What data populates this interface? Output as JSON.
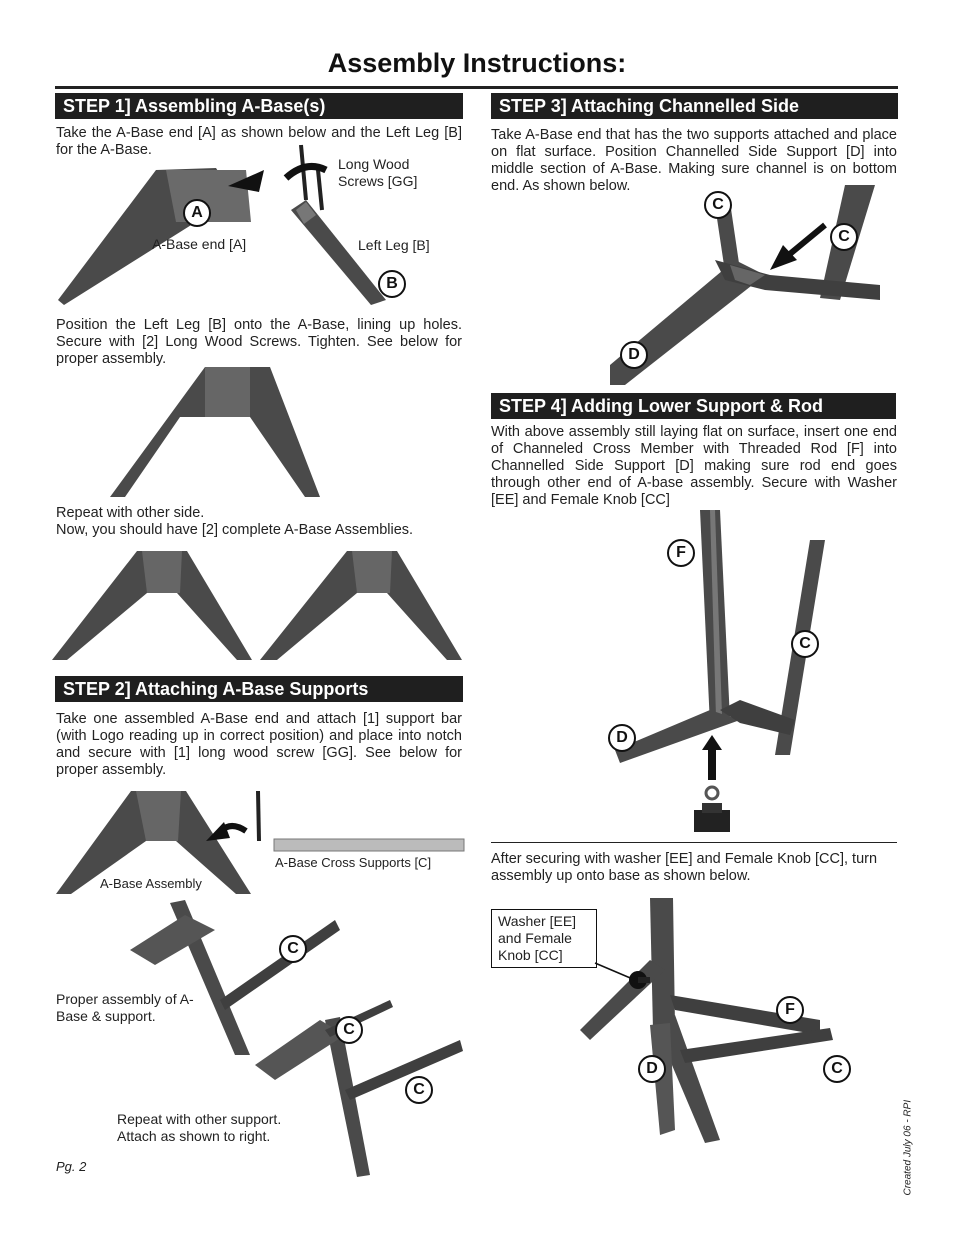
{
  "page": {
    "title": "Assembly Instructions:",
    "page_number": "Pg. 2",
    "created_note": "Created July 06 - RPI"
  },
  "step1": {
    "header": "STEP 1] Assembling A-Base(s)",
    "intro": "Take the A-Base end [A] as shown below and the Left Leg [B] for the A-Base.",
    "label_screws": "Long Wood Screws [GG]",
    "label_abase_end": "A-Base end [A]",
    "label_left_leg": "Left Leg [B]",
    "callout_a": "A",
    "callout_b": "B",
    "position_text": "Position the Left Leg [B] onto the A-Base, lining up holes. Secure with [2] Long Wood Screws. Tighten. See below for proper assembly.",
    "repeat_text_1": "Repeat with other side.",
    "repeat_text_2": "Now, you should have [2] complete A-Base Assemblies."
  },
  "step2": {
    "header": "STEP 2] Attaching A-Base Supports",
    "intro": "Take one assembled A-Base end and attach [1] support bar (with Logo reading up in correct position) and place into notch and secure with [1] long wood screw [GG]. See below for proper assembly.",
    "label_cross_supports": "A-Base Cross Supports [C]",
    "label_abase_assembly": "A-Base Assembly",
    "proper_text": "Proper assembly of A-Base & support.",
    "repeat_text_1": "Repeat with other support.",
    "repeat_text_2": "Attach as shown to right.",
    "callout_c": "C"
  },
  "step3": {
    "header": "STEP 3] Attaching Channelled Side",
    "intro": "Take A-Base end that has the two supports attached and place on flat surface. Position Channelled Side Support [D] into middle section of A-Base. Making sure channel is on bottom end. As shown below.",
    "callout_c": "C",
    "callout_d": "D"
  },
  "step4": {
    "header": "STEP 4] Adding Lower Support & Rod",
    "intro": "With above assembly still laying flat on surface, insert one end of Channeled Cross Member with Threaded Rod [F] into Channelled Side Support [D] making sure rod end goes through other end of A-base assembly. Secure with Washer [EE] and Female Knob [CC]",
    "callout_f": "F",
    "callout_c": "C",
    "callout_d": "D",
    "after_text": "After securing with washer [EE] and Female Knob [CC], turn assembly up onto base as shown below.",
    "washer_box": "Washer [EE] and Female Knob [CC]"
  },
  "colors": {
    "header_bg": "#1f1f1f",
    "header_text": "#ffffff",
    "wood": "#4a4a4a"
  }
}
